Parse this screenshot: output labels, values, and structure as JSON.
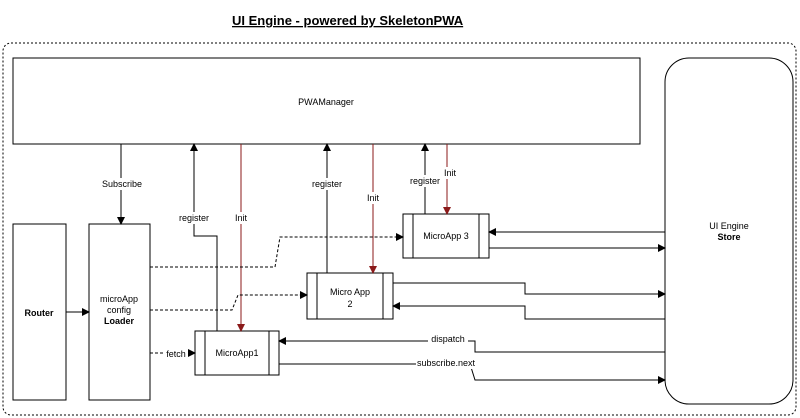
{
  "title": "UI Engine - powered by SkeletonPWA",
  "nodes": {
    "pwa_manager": "PWAManager",
    "router": "Router",
    "loader_line1": "microApp",
    "loader_line2": "config",
    "loader_line3": "Loader",
    "microapp1": "MicroApp1",
    "microapp2_line1": "Micro App",
    "microapp2_line2": "2",
    "microapp3": "MicroApp 3",
    "store_line1": "UI Engine",
    "store_line2": "Store"
  },
  "edges": {
    "subscribe": "Subscribe",
    "register_1": "register",
    "init_1": "Init",
    "register_2": "register",
    "init_2": "Init",
    "register_3": "register",
    "init_3": "Init",
    "fetch": "fetch",
    "dispatch": "dispatch",
    "subscribe_next": "subscribe.next"
  },
  "colors": {
    "init_arrow": "#8b1a1a",
    "stroke": "#000000"
  }
}
